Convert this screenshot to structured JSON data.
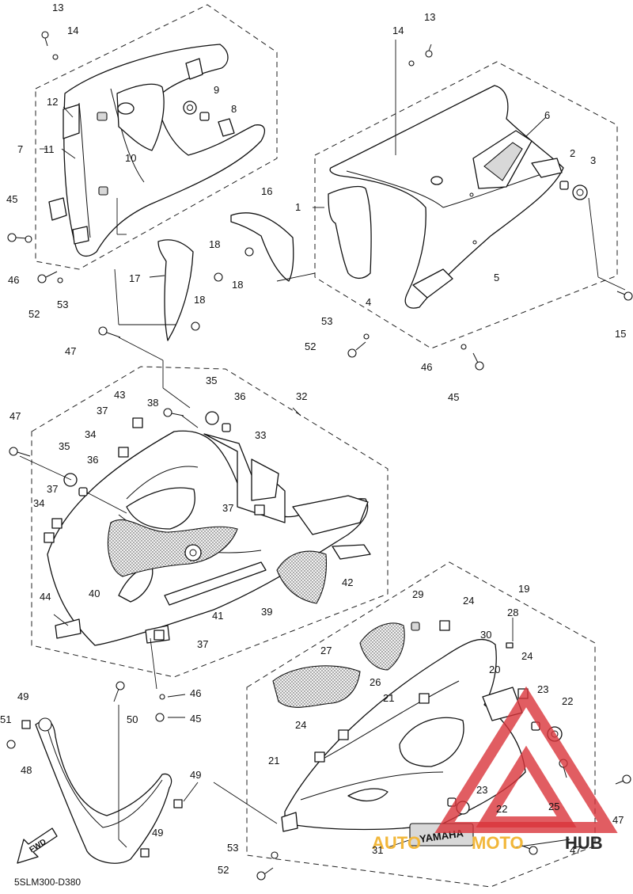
{
  "diagram": {
    "code": "5SLM300-D380",
    "fwd_label": "FWD",
    "decal_text": "YAMAHA",
    "watermark": {
      "part1": "AUTO",
      "part2": "MOTO",
      "part3": "HUB",
      "color_red": "#d9353b",
      "color_orange": "#f2b73a"
    },
    "callouts": [
      "1",
      "2",
      "3",
      "4",
      "5",
      "6",
      "7",
      "8",
      "9",
      "10",
      "11",
      "12",
      "13",
      "14",
      "15",
      "16",
      "17",
      "18",
      "19",
      "20",
      "21",
      "22",
      "23",
      "24",
      "25",
      "26",
      "27",
      "28",
      "29",
      "30",
      "31",
      "32",
      "33",
      "34",
      "35",
      "36",
      "37",
      "38",
      "39",
      "40",
      "41",
      "42",
      "43",
      "44",
      "45",
      "46",
      "47",
      "48",
      "49",
      "50",
      "51",
      "52",
      "53"
    ]
  }
}
